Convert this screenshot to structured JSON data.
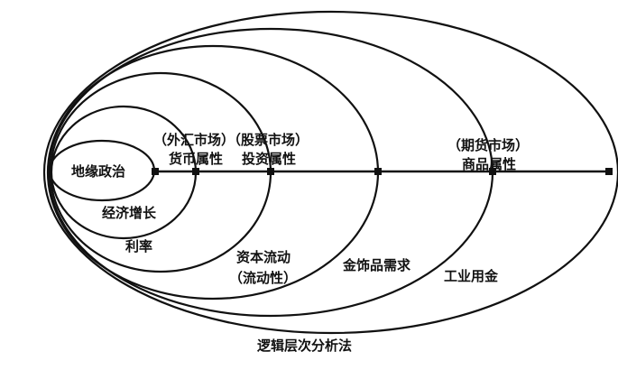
{
  "diagram": {
    "caption": "逻辑层次分析法",
    "levels": [
      {
        "id": "geopolitics",
        "label": "地缘政治"
      },
      {
        "id": "growth",
        "label": "经济增长"
      },
      {
        "id": "interest",
        "label": "利率"
      },
      {
        "id": "capital-flow",
        "label_line1": "资本流动",
        "label_line2": "（流动性）"
      },
      {
        "id": "jewelry",
        "label": "金饰品需求"
      },
      {
        "id": "industrial",
        "label": "工业用金"
      }
    ],
    "axis_labels": [
      {
        "id": "forex",
        "line1": "（外汇市场）",
        "line2": "货币属性"
      },
      {
        "id": "stock",
        "line1": "（股票市场）",
        "line2": "投资属性"
      },
      {
        "id": "futures",
        "line1": "（期货市场）",
        "line2": "商品属性"
      }
    ],
    "colors": {
      "ink": "#111111",
      "background": "#ffffff"
    }
  }
}
